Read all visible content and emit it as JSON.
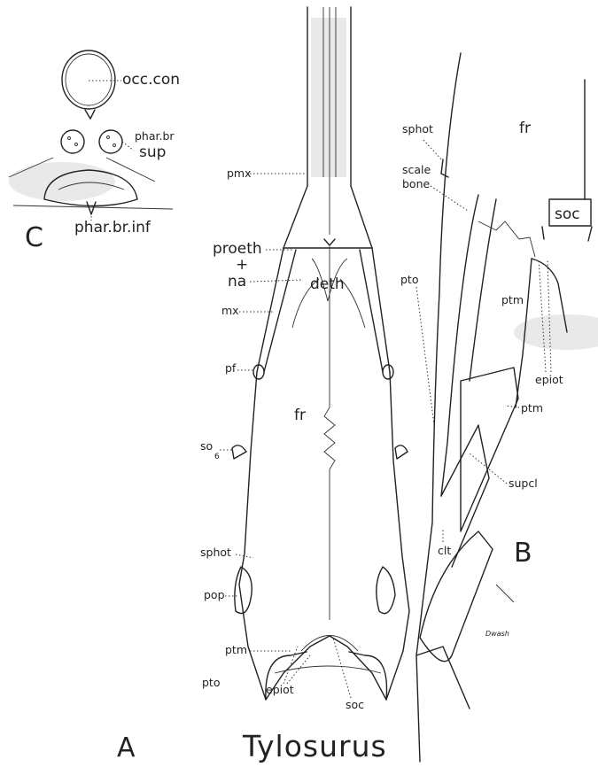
{
  "title": "Tylosurus",
  "panels": {
    "a": "A",
    "b": "B",
    "c": "C"
  },
  "labels_c": {
    "occ_con": "occ.con",
    "phar_br": "phar.br",
    "sup": "sup",
    "phar_br_inf": "phar.br.inf"
  },
  "labels_a": {
    "pmx": "pmx",
    "proeth": "proeth",
    "plus": "+",
    "na": "na",
    "deth": "deth",
    "mx": "mx",
    "pf": "pf",
    "fr": "fr",
    "so": "so",
    "so_sub": "6",
    "sphot": "sphot",
    "pop": "pop",
    "ptm": "ptm",
    "pto": "pto",
    "epiot": "epiot",
    "soc": "soc"
  },
  "labels_b": {
    "sphot": "sphot",
    "fr": "fr",
    "scale": "scale",
    "bone": "bone",
    "soc": "soc",
    "pto": "pto",
    "ptm": "ptm",
    "epiot": "epiot",
    "ptm2": "ptm",
    "supcl": "supcl",
    "clt": "clt"
  },
  "signature": "Dwash"
}
